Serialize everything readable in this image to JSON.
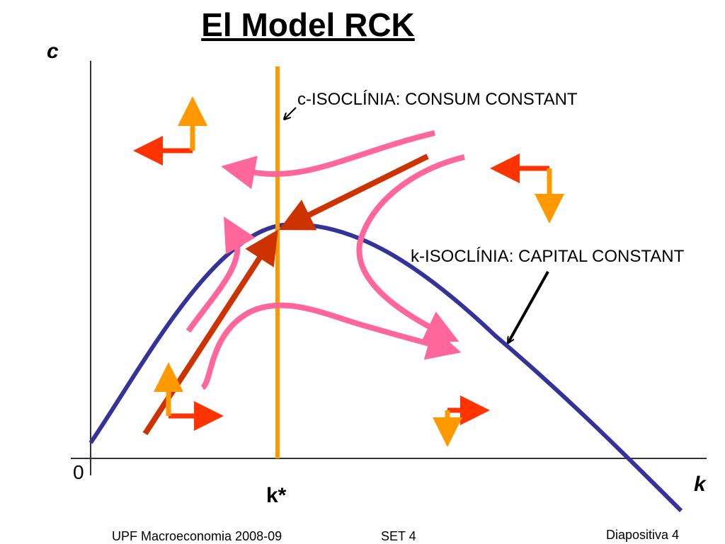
{
  "slide": {
    "title": "El Model RCK",
    "axis_y_label": "c",
    "axis_x_label": "k",
    "origin_label": "0",
    "kstar_label": "k*",
    "c_isocline_label": "c-ISOCLÍNIA: CONSUM CONSTANT",
    "k_isocline_label": "k-ISOCLÍNIA: CAPITAL CONSTANT"
  },
  "footer": {
    "left": "UPF Macroeconomia 2008-09",
    "center": "SET 4",
    "right": "Diapositiva 4"
  },
  "colors": {
    "k_isocline": "#333399",
    "c_isocline": "#FF9900",
    "saddle_path": "#CC3300",
    "trajectories": "#FF6699",
    "horizontal_arrows": "#FF3300",
    "vertical_arrows": "#FF9900"
  }
}
